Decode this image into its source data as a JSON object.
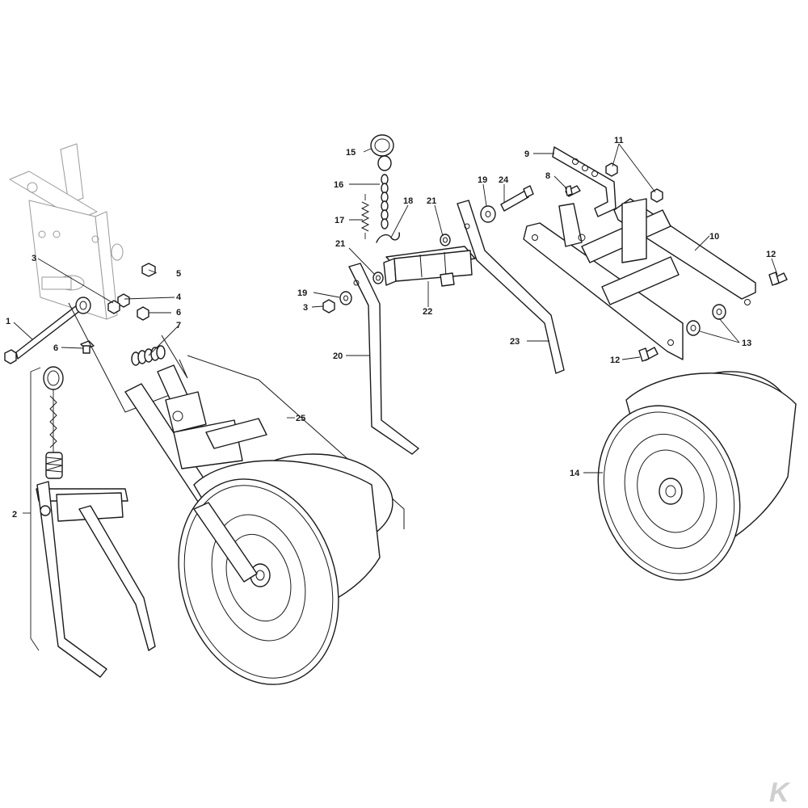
{
  "callouts": [
    {
      "id": "c1",
      "text": "1"
    },
    {
      "id": "c2",
      "text": "2"
    },
    {
      "id": "c3a",
      "text": "3"
    },
    {
      "id": "c3b",
      "text": "3"
    },
    {
      "id": "c4",
      "text": "4"
    },
    {
      "id": "c5",
      "text": "5"
    },
    {
      "id": "c6a",
      "text": "6"
    },
    {
      "id": "c6b",
      "text": "6"
    },
    {
      "id": "c7",
      "text": "7"
    },
    {
      "id": "c8",
      "text": "8"
    },
    {
      "id": "c9",
      "text": "9"
    },
    {
      "id": "c10",
      "text": "10"
    },
    {
      "id": "c11",
      "text": "11"
    },
    {
      "id": "c12a",
      "text": "12"
    },
    {
      "id": "c12b",
      "text": "12"
    },
    {
      "id": "c13",
      "text": "13"
    },
    {
      "id": "c14",
      "text": "14"
    },
    {
      "id": "c15",
      "text": "15"
    },
    {
      "id": "c16",
      "text": "16"
    },
    {
      "id": "c17",
      "text": "17"
    },
    {
      "id": "c18",
      "text": "18"
    },
    {
      "id": "c19a",
      "text": "19"
    },
    {
      "id": "c19b",
      "text": "19"
    },
    {
      "id": "c20",
      "text": "20"
    },
    {
      "id": "c21a",
      "text": "21"
    },
    {
      "id": "c21b",
      "text": "21"
    },
    {
      "id": "c22",
      "text": "22"
    },
    {
      "id": "c23",
      "text": "23"
    },
    {
      "id": "c24",
      "text": "24"
    },
    {
      "id": "c25",
      "text": "25"
    }
  ],
  "logo": {
    "text": "K"
  },
  "colors": {
    "line": "#1a1a1a",
    "faint": "#9a9a9a",
    "logo": "#cfcfcf"
  }
}
